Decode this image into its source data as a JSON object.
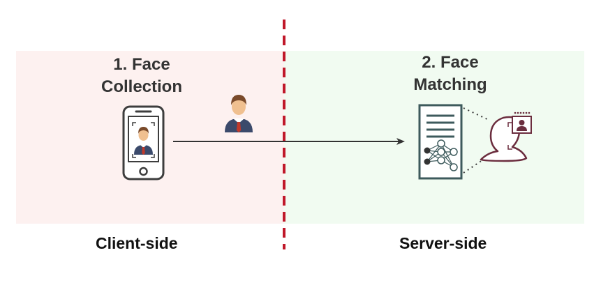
{
  "stages": {
    "collection": {
      "line1": "1. Face",
      "line2": "Collection"
    },
    "matching": {
      "line1": "2. Face",
      "line2": "Matching"
    }
  },
  "sides": {
    "client": "Client-side",
    "server": "Server-side"
  },
  "colors": {
    "client_bg": "#fdf1f0",
    "server_bg": "#f1fbf1",
    "divider": "#c0182a",
    "icon_dark": "#3d3d3d",
    "document_teal": "#3d5a5c",
    "profile_maroon": "#6b2d3e",
    "person_suit": "#3b4a6b",
    "person_tie": "#c0392b",
    "person_skin": "#f0c090",
    "person_hair": "#7a4a2a"
  },
  "icons": [
    "smartphone-icon",
    "person-icon",
    "document-ai-icon",
    "face-profile-icon"
  ]
}
